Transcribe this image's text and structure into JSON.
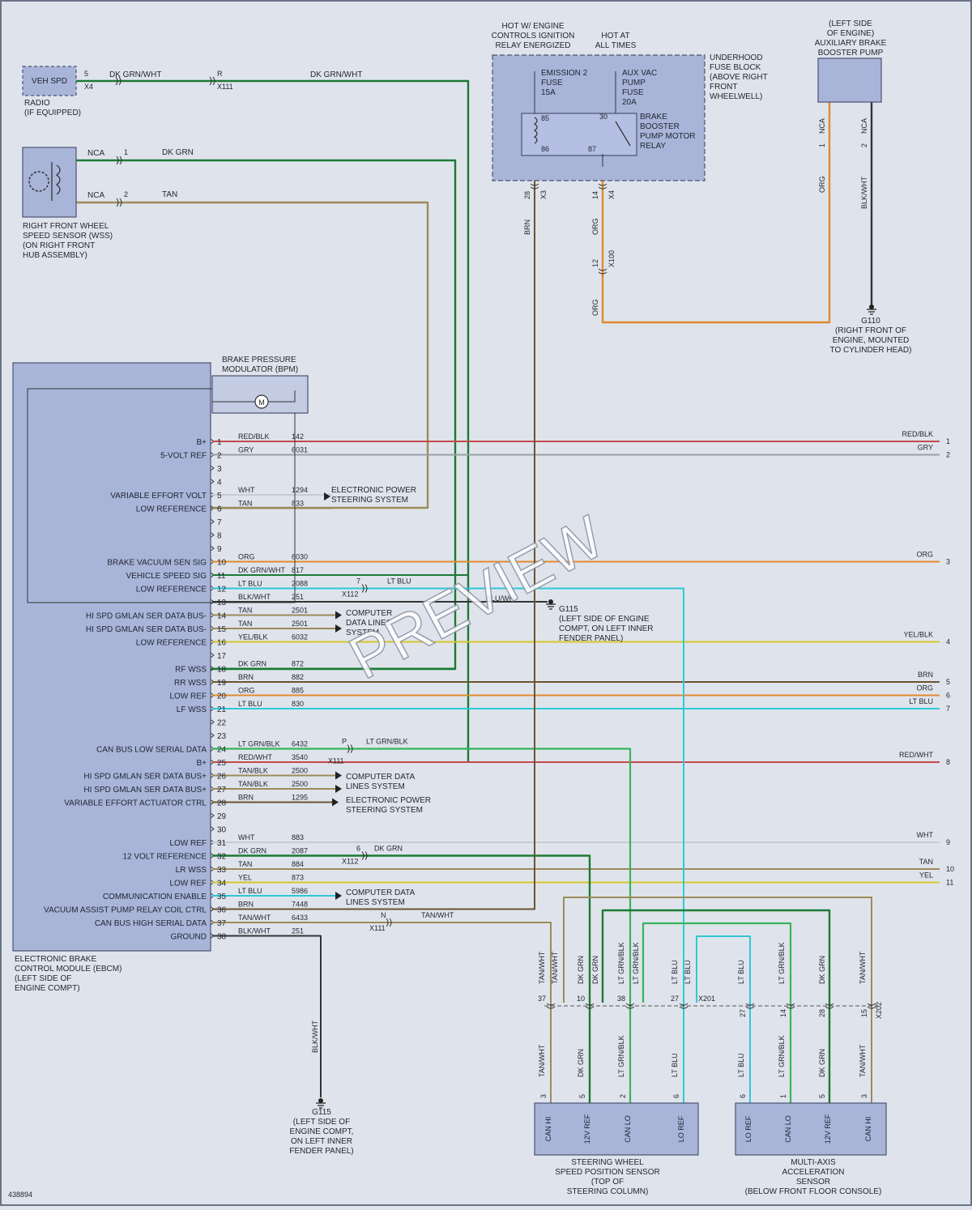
{
  "figure_id": "438894",
  "watermark": "PREVIEW",
  "components": {
    "radio": {
      "box": "VEH SPD",
      "label": [
        "RADIO",
        "(IF EQUIPPED)"
      ]
    },
    "wss": {
      "label": [
        "RIGHT FRONT WHEEL",
        "SPEED SENSOR (WSS)",
        "(ON RIGHT FRONT",
        "HUB ASSEMBLY)"
      ]
    },
    "fuse_block": {
      "hot1": [
        "HOT W/ ENGINE",
        "CONTROLS IGNITION",
        "RELAY ENERGIZED"
      ],
      "hot2": [
        "HOT AT",
        "ALL TIMES"
      ],
      "label": [
        "UNDERHOOD",
        "FUSE BLOCK",
        "(ABOVE RIGHT",
        "FRONT",
        "WHEELWELL)"
      ],
      "fuse1": [
        "EMISSION 2",
        "FUSE",
        "15A"
      ],
      "fuse2": [
        "AUX VAC",
        "PUMP",
        "FUSE",
        "20A"
      ],
      "relay": [
        "BRAKE",
        "BOOSTER",
        "PUMP MOTOR",
        "RELAY"
      ],
      "relay_pins": [
        "85",
        "30",
        "86",
        "87"
      ]
    },
    "pump": {
      "label": [
        "(LEFT SIDE",
        "OF ENGINE)",
        "AUXILIARY BRAKE",
        "BOOSTER PUMP"
      ]
    },
    "g110": {
      "name": "G110",
      "label": [
        "(RIGHT FRONT OF",
        "ENGINE, MOUNTED",
        "TO CYLINDER HEAD)"
      ]
    },
    "bpm": {
      "label": [
        "BRAKE PRESSURE",
        "MODULATOR (BPM)"
      ],
      "motor": "M"
    },
    "ebcm": {
      "label": [
        "ELECTRONIC BRAKE",
        "CONTROL MODULE (EBCM)",
        "(LEFT SIDE OF",
        "ENGINE COMPT)"
      ]
    },
    "g115_mid": {
      "name": "G115",
      "label": [
        "(LEFT SIDE OF ENGINE",
        "COMPT, ON LEFT INNER",
        "FENDER PANEL)"
      ]
    },
    "g115_bot": {
      "name": "G115",
      "label": [
        "(LEFT SIDE OF",
        "ENGINE COMPT,",
        "ON LEFT INNER",
        "FENDER PANEL)"
      ]
    },
    "swps": {
      "label": [
        "STEERING WHEEL",
        "SPEED POSITION SENSOR",
        "(TOP OF",
        "STEERING COLUMN)"
      ],
      "pins": [
        "CAN HI",
        "12V REF",
        "CAN LO",
        "LO REF"
      ]
    },
    "maas": {
      "label": [
        "MULTI-AXIS",
        "ACCELERATION",
        "SENSOR",
        "(BELOW FRONT FLOOR CONSOLE)"
      ],
      "pins": [
        "LO REF",
        "CAN LO",
        "12V REF",
        "CAN HI"
      ]
    }
  },
  "pins": [
    {
      "n": "1",
      "fn": "B+",
      "color": "RED/BLK",
      "circ": "142"
    },
    {
      "n": "2",
      "fn": "5-VOLT REF",
      "color": "GRY",
      "circ": "6031"
    },
    {
      "n": "3",
      "fn": "",
      "color": "",
      "circ": ""
    },
    {
      "n": "4",
      "fn": "",
      "color": "",
      "circ": ""
    },
    {
      "n": "5",
      "fn": "VARIABLE EFFORT VOLT",
      "color": "WHT",
      "circ": "1294"
    },
    {
      "n": "6",
      "fn": "LOW REFERENCE",
      "color": "TAN",
      "circ": "833"
    },
    {
      "n": "7",
      "fn": "",
      "color": "",
      "circ": ""
    },
    {
      "n": "8",
      "fn": "",
      "color": "",
      "circ": ""
    },
    {
      "n": "9",
      "fn": "",
      "color": "",
      "circ": ""
    },
    {
      "n": "10",
      "fn": "BRAKE VACUUM SEN SIG",
      "color": "ORG",
      "circ": "6030"
    },
    {
      "n": "11",
      "fn": "VEHICLE SPEED SIG",
      "color": "DK GRN/WHT",
      "circ": "817"
    },
    {
      "n": "12",
      "fn": "LOW REFERENCE",
      "color": "LT BLU",
      "circ": "2088"
    },
    {
      "n": "13",
      "fn": "",
      "color": "BLK/WHT",
      "circ": "251"
    },
    {
      "n": "14",
      "fn": "HI SPD GMLAN SER DATA BUS-",
      "color": "TAN",
      "circ": "2501"
    },
    {
      "n": "15",
      "fn": "HI SPD GMLAN SER DATA BUS-",
      "color": "TAN",
      "circ": "2501"
    },
    {
      "n": "16",
      "fn": "LOW REFERENCE",
      "color": "YEL/BLK",
      "circ": "6032"
    },
    {
      "n": "17",
      "fn": "",
      "color": "",
      "circ": ""
    },
    {
      "n": "18",
      "fn": "RF WSS",
      "color": "DK GRN",
      "circ": "872"
    },
    {
      "n": "19",
      "fn": "RR WSS",
      "color": "BRN",
      "circ": "882"
    },
    {
      "n": "20",
      "fn": "LOW REF",
      "color": "ORG",
      "circ": "885"
    },
    {
      "n": "21",
      "fn": "LF WSS",
      "color": "LT BLU",
      "circ": "830"
    },
    {
      "n": "22",
      "fn": "",
      "color": "",
      "circ": ""
    },
    {
      "n": "23",
      "fn": "",
      "color": "",
      "circ": ""
    },
    {
      "n": "24",
      "fn": "CAN BUS LOW SERIAL DATA",
      "color": "LT GRN/BLK",
      "circ": "6432"
    },
    {
      "n": "25",
      "fn": "B+",
      "color": "RED/WHT",
      "circ": "3540"
    },
    {
      "n": "26",
      "fn": "HI SPD GMLAN SER DATA BUS+",
      "color": "TAN/BLK",
      "circ": "2500"
    },
    {
      "n": "27",
      "fn": "HI SPD GMLAN SER DATA BUS+",
      "color": "TAN/BLK",
      "circ": "2500"
    },
    {
      "n": "28",
      "fn": "VARIABLE EFFORT ACTUATOR CTRL",
      "color": "BRN",
      "circ": "1295"
    },
    {
      "n": "29",
      "fn": "",
      "color": "",
      "circ": ""
    },
    {
      "n": "30",
      "fn": "",
      "color": "",
      "circ": ""
    },
    {
      "n": "31",
      "fn": "LOW REF",
      "color": "WHT",
      "circ": "883"
    },
    {
      "n": "32",
      "fn": "12 VOLT REFERENCE",
      "color": "DK GRN",
      "circ": "2087"
    },
    {
      "n": "33",
      "fn": "LR WSS",
      "color": "TAN",
      "circ": "884"
    },
    {
      "n": "34",
      "fn": "LOW REF",
      "color": "YEL",
      "circ": "873"
    },
    {
      "n": "35",
      "fn": "COMMUNICATION ENABLE",
      "color": "LT BLU",
      "circ": "5986"
    },
    {
      "n": "36",
      "fn": "VACUUM ASSIST PUMP RELAY COIL CTRL",
      "color": "BRN",
      "circ": "7448"
    },
    {
      "n": "37",
      "fn": "CAN BUS HIGH SERIAL DATA",
      "color": "TAN/WHT",
      "circ": "6433"
    },
    {
      "n": "38",
      "fn": "GROUND",
      "color": "BLK/WHT",
      "circ": "251"
    }
  ],
  "right_edge": [
    {
      "label": "RED/BLK",
      "n": "1"
    },
    {
      "label": "GRY",
      "n": "2"
    },
    {
      "label": "ORG",
      "n": "3"
    },
    {
      "label": "YEL/BLK",
      "n": "4"
    },
    {
      "label": "BRN",
      "n": "5"
    },
    {
      "label": "ORG",
      "n": "6"
    },
    {
      "label": "LT BLU",
      "n": "7"
    },
    {
      "label": "RED/WHT",
      "n": "8"
    },
    {
      "label": "WHT",
      "n": "9"
    },
    {
      "label": "TAN",
      "n": "10"
    },
    {
      "label": "YEL",
      "n": "11"
    }
  ],
  "destinations": {
    "eps": [
      "ELECTRONIC POWER",
      "STEERING SYSTEM"
    ],
    "cdl1": [
      "COMPUTER",
      "DATA LINES",
      "SYSTEM"
    ],
    "cdl2": [
      "COMPUTER DATA",
      "LINES SYSTEM"
    ],
    "cdl3": [
      "COMPUTER DATA",
      "LINES SYSTEM"
    ]
  },
  "wire_labels": {
    "dkgrnwht": "DK GRN/WHT",
    "dkgrn": "DK GRN",
    "tan": "TAN",
    "nca": "NCA",
    "brn": "BRN",
    "org": "ORG",
    "blkwht": "BLK/WHT",
    "ltblu": "LT BLU",
    "blwh": "BLU/WH",
    "ltgrnblk": "LT GRN/BLK",
    "tanwht": "TAN/WHT"
  },
  "connectors": {
    "x4": "X4",
    "x111": "X111",
    "x112": "X112",
    "x3": "X3",
    "x100": "X100",
    "x201": "X201",
    "x202": "X202",
    "r": "R",
    "p": "P",
    "n": "N",
    "c5": "5",
    "c1": "1",
    "c2": "2",
    "c7": "7",
    "c6": "6",
    "c28": "28",
    "c14": "14",
    "c12": "12",
    "x201_pins": [
      "37",
      "10",
      "38",
      "27"
    ],
    "x202_pins": [
      "27",
      "14",
      "28",
      "15"
    ],
    "swps_pins": [
      "3",
      "5",
      "2",
      "6"
    ],
    "maas_pins": [
      "6",
      "1",
      "5",
      "3"
    ]
  },
  "colors": {
    "bg": "#dfe4ec",
    "box": "#a9b4d9",
    "box_stroke": "#4a5370",
    "dk_grn": "#1c7a35",
    "tan": "#9c8a5a",
    "brn": "#6b5430",
    "org": "#e08a2e",
    "lt_blu": "#2ec8d6",
    "red": "#c44a4a",
    "gry": "#9aa0a6",
    "yel": "#d6c62a",
    "lt_grn": "#38b55a",
    "blk": "#333333",
    "wht": "#c8cbd2"
  }
}
